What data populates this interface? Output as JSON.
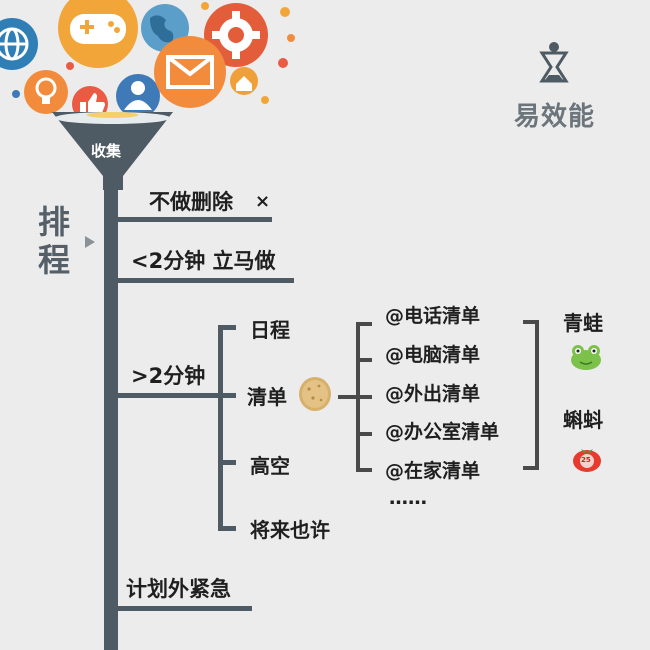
{
  "funnel": {
    "label": "收集"
  },
  "logo": {
    "text": "易效能"
  },
  "side_title": {
    "line1": "排",
    "line2": "程"
  },
  "branches": {
    "delete": {
      "label": "不做删除",
      "mark": "×"
    },
    "under2": {
      "label": "<2分钟 立马做"
    },
    "over2": {
      "label": ">2分钟"
    },
    "unplanned": {
      "label": "计划外紧急"
    }
  },
  "over2_children": {
    "schedule": "日程",
    "list": "清单",
    "high_altitude": "高空",
    "someday": "将来也许"
  },
  "lists": {
    "phone": "@电话清单",
    "computer": "@电脑清单",
    "errands": "@外出清单",
    "office": "@办公室清单",
    "home": "@在家清单",
    "more": "……"
  },
  "right": {
    "frog": "青蛙",
    "tadpole": "蝌蚪",
    "tomato_number": "25"
  },
  "icon_colors": {
    "globe": "#2f7fb6",
    "gamepad": "#f2a63a",
    "world": "#5a9ec9",
    "gear": "#e35d3b",
    "mail": "#f28c3c",
    "bulb": "#f28c3c",
    "thumb": "#ea5b43",
    "user": "#3e7ab8",
    "funnel": "#4f5b64"
  }
}
